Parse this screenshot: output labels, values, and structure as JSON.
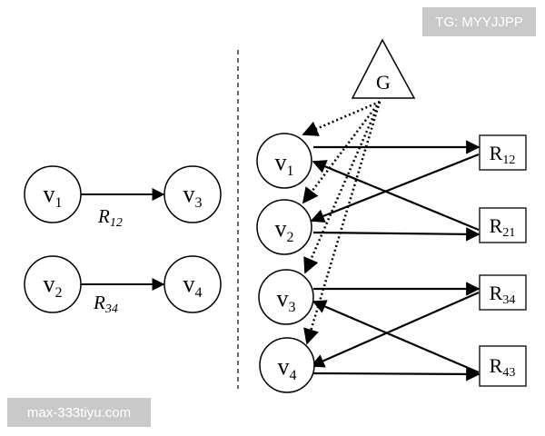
{
  "left_panel": {
    "nodes": {
      "v1": "v",
      "v3": "v",
      "v2": "v",
      "v4": "v"
    },
    "subs": {
      "v1": "1",
      "v3": "3",
      "v2": "2",
      "v4": "4"
    },
    "edge_labels": {
      "r12": {
        "main": "R",
        "sub": "12"
      },
      "r34": {
        "main": "R",
        "sub": "34"
      }
    }
  },
  "right_panel": {
    "generator": "G",
    "variables": [
      {
        "main": "v",
        "sub": "1"
      },
      {
        "main": "v",
        "sub": "2"
      },
      {
        "main": "v",
        "sub": "3"
      },
      {
        "main": "v",
        "sub": "4"
      }
    ],
    "relations": [
      {
        "main": "R",
        "sub": "12"
      },
      {
        "main": "R",
        "sub": "21"
      },
      {
        "main": "R",
        "sub": "34"
      },
      {
        "main": "R",
        "sub": "43"
      }
    ]
  },
  "watermarks": {
    "top_right": "TG: MYYJJPP",
    "bottom_left": "max-333tiyu.com"
  }
}
